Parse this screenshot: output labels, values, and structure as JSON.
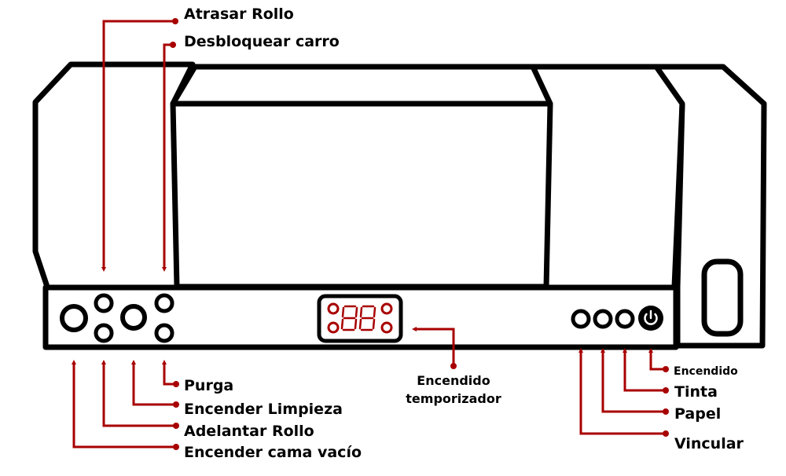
{
  "colors": {
    "outline": "#000000",
    "annotation": "#a80000",
    "background": "#ffffff"
  },
  "labels": {
    "atrasar_rollo": "Atrasar Rollo",
    "desbloquear_carro": "Desbloquear carro",
    "purga": "Purga",
    "encender_limpieza": "Encender Limpieza",
    "adelantar_rollo": "Adelantar Rollo",
    "encender_cama_vacio": "Encender cama vacío",
    "encendido_temporizador_line1": "Encendido",
    "encendido_temporizador_line2": "temporizador",
    "encendido": "Encendido",
    "tinta": "Tinta",
    "papel": "Papel",
    "vincular": "Vincular"
  },
  "icons": {
    "power_button": "power-icon",
    "timer_display": "seven-segment-display-icon"
  }
}
